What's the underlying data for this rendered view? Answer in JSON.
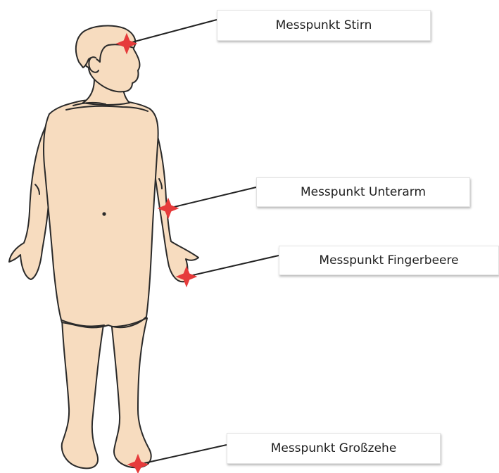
{
  "labels": {
    "stirn": "Messpunkt Stirn",
    "unterarm": "Messpunkt Unterarm",
    "fingerbeere": "Messpunkt Fingerbeere",
    "grosszehe": "Messpunkt Großzehe"
  },
  "colors": {
    "skin": "#f7dcbf",
    "outline": "#2a2a2a",
    "marker": "#e63b3b",
    "leader": "#222222",
    "label_background": "#ffffff"
  },
  "icons": {
    "figure": "human-body-figure",
    "marker": "red-star-marker"
  }
}
